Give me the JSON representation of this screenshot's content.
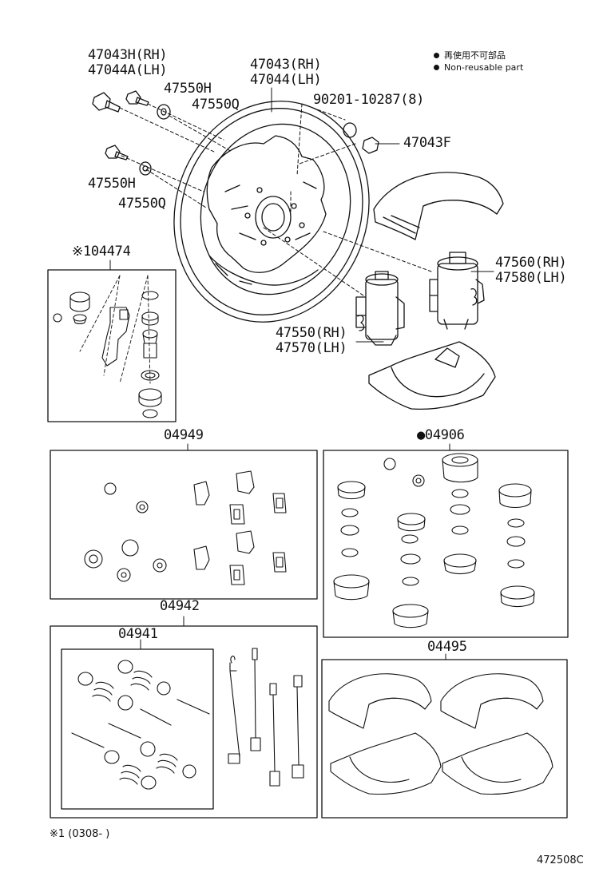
{
  "legend": {
    "items": [
      {
        "symbol": "filled-dot",
        "text_jp": "再使用不可部品",
        "text_en": "Non-reusable part"
      }
    ]
  },
  "labels": {
    "p47043H": "47043H(RH)",
    "p47044A": "47044A(LH)",
    "p47550H_top": "47550H",
    "p47550Q_top": "47550Q",
    "p47043": "47043(RH)",
    "p47044": "47044(LH)",
    "p90201": "90201-10287(8)",
    "p47043F": "47043F",
    "p47550H_mid": "47550H",
    "p47550Q_mid": "47550Q",
    "p04474": "※104474",
    "p47560": "47560(RH)",
    "p47580": "47580(LH)",
    "p47550": "47550(RH)",
    "p47570": "47570(LH)",
    "p04949": "04949",
    "p04906": "●04906",
    "p04942": "04942",
    "p04941": "04941",
    "p04495": "04495"
  },
  "footnote": "※1 (0308-    )",
  "diagram_id": "472508C"
}
